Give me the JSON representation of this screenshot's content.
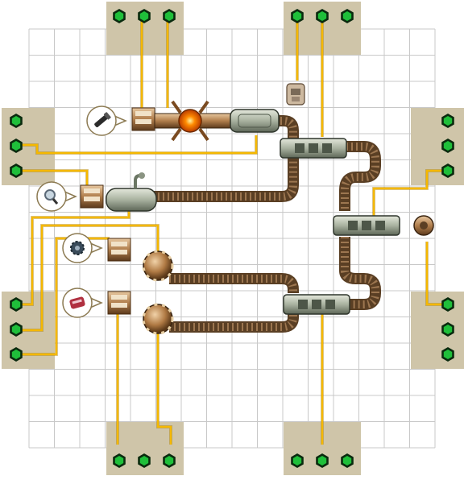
{
  "game": {
    "genre": "factory-automation-puzzle",
    "grid": {
      "columns": 17,
      "rows": 17
    },
    "colors": {
      "background": "#ffffff",
      "grid_line": "#c8c8c8",
      "port_pad": "#cfc5a9",
      "pin_fill": "#1fbf3a",
      "pin_ring": "#0a2a0e",
      "wire": "#f5b800",
      "wire_outline": "#7a5800",
      "belt": "#8b6844",
      "belt_stripe": "#5a3f24",
      "machine_body": "#c9cfc2",
      "machine_dark": "#4d5648",
      "core_glow": "#ff7a00"
    },
    "io_groups": [
      {
        "side": "top",
        "label": "top-left-pins",
        "pins": 3
      },
      {
        "side": "top",
        "label": "top-right-pins",
        "pins": 3
      },
      {
        "side": "left",
        "label": "left-upper-pins",
        "pins": 3
      },
      {
        "side": "left",
        "label": "left-lower-pins",
        "pins": 3
      },
      {
        "side": "right",
        "label": "right-upper-pins",
        "pins": 3
      },
      {
        "side": "right",
        "label": "right-lower-pins",
        "pins": 3
      },
      {
        "side": "bottom",
        "label": "bottom-left-pins",
        "pins": 3
      },
      {
        "side": "bottom",
        "label": "bottom-right-pins",
        "pins": 3
      }
    ],
    "item_bubbles": [
      {
        "icon": "flashlight-icon",
        "color": "#2b2b2b"
      },
      {
        "icon": "magnifier-icon",
        "color": "#5c6a78"
      },
      {
        "icon": "gear-cog-icon",
        "color": "#3a4b5a"
      },
      {
        "icon": "tool-pouch-icon",
        "color": "#b03040"
      }
    ],
    "machines": [
      "reactor-core",
      "boiler-tank",
      "steam-condenser",
      "splitter-upper",
      "merger-middle",
      "splitter-lower",
      "dome-press-upper",
      "dome-press-lower",
      "output-valve",
      "dispenser-crate"
    ]
  }
}
